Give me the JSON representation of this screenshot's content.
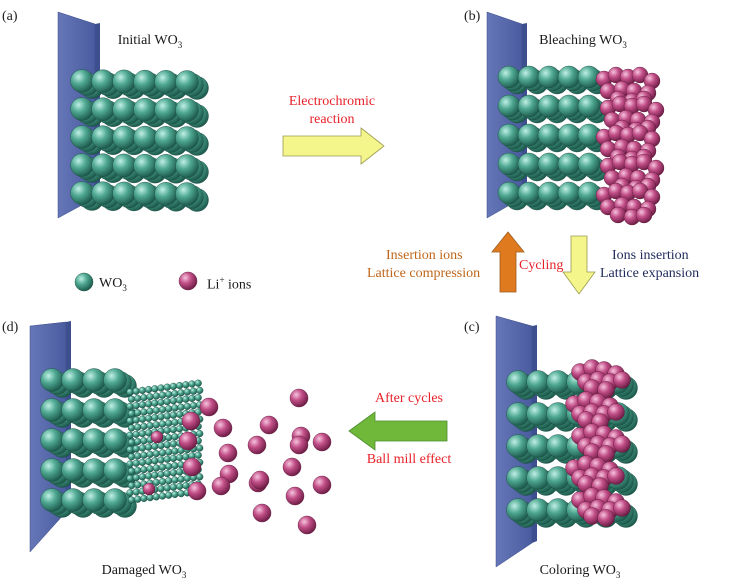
{
  "panels": {
    "a": {
      "letter": "(a)",
      "title": "Initial WO",
      "title_sub": "3"
    },
    "b": {
      "letter": "(b)",
      "title": "Bleaching WO",
      "title_sub": "3"
    },
    "c": {
      "letter": "(c)",
      "title": "Coloring WO",
      "title_sub": "3"
    },
    "d": {
      "letter": "(d)",
      "title": "Damaged WO",
      "title_sub": "3"
    }
  },
  "arrows": {
    "electrochromic": {
      "line1": "Electrochromic",
      "line2": "reaction",
      "color": "#f4f58a"
    },
    "cycling": {
      "label": "Cycling",
      "up_color": "#e07a1e",
      "down_color": "#f4f58a"
    },
    "left_text": {
      "line1": "Insertion ions",
      "line2": "Lattice compression"
    },
    "right_text": {
      "line1": "Ions insertion",
      "line2": "Lattice expansion"
    },
    "after": {
      "line1": "After cycles",
      "line2": "Ball mill effect",
      "color": "#6fb83a"
    }
  },
  "legend": {
    "wo3_label": "WO",
    "wo3_sub": "3",
    "li_label": "Li",
    "li_sup": "+",
    "li_suffix": " ions"
  },
  "colors": {
    "wo3_sphere": "#3d9a86",
    "li_sphere": "#c0457f",
    "substrate_front": "#5b6fb3",
    "substrate_side": "#3e4f8f",
    "red_text": "#e8222a",
    "orange_text": "#c0661a",
    "navy_text": "#1f2a5a"
  }
}
